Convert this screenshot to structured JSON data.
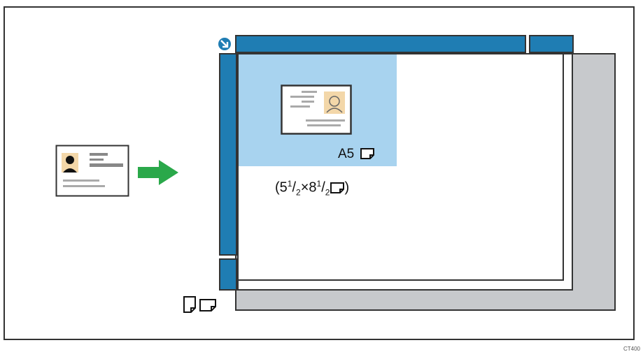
{
  "diagram": {
    "size_label": "A5",
    "alt_size": {
      "open": "(5",
      "sup1": "1",
      "slash1": "/",
      "sub1": "2",
      "times": "×8",
      "sup2": "1",
      "slash2": "/",
      "sub2": "2",
      "close": ")"
    },
    "footer_code": "CT400"
  },
  "colors": {
    "accent_blue": "#1f7db3",
    "scan_area_blue": "#a8d3ef",
    "shadow_gray": "#c7c9cc",
    "arrow_green": "#2aa84a"
  },
  "icons": [
    "id-card-icon",
    "right-arrow-icon",
    "corner-arrow-icon",
    "landscape-paper-icon",
    "portrait-paper-icon"
  ]
}
